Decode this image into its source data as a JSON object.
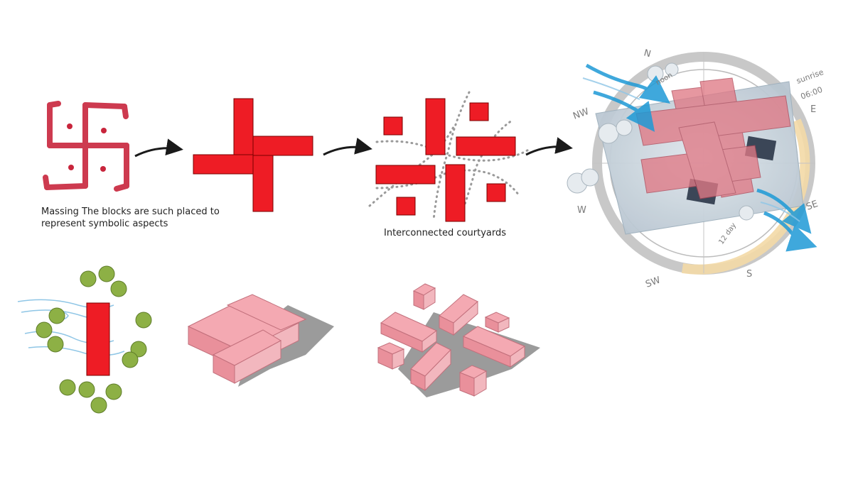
{
  "captions": {
    "massing": "Massing The blocks are such placed to represent symbolic aspects",
    "courtyards": "Interconnected courtyards"
  },
  "compass": {
    "directions": [
      "N",
      "NW",
      "E",
      "SE",
      "W",
      "SW",
      "S"
    ],
    "sunrise_label": "sunrise",
    "sunrise_time": "06:00",
    "noon_label": "noon",
    "day_label": "12 day"
  },
  "colors": {
    "block_red": "#ee1c25",
    "block_pink": "#f4a9b2",
    "block_pink_side": "#e9909b",
    "shadow": "#8a8a8a",
    "tree_green": "#8db045",
    "wind_blue": "#8fc6e6",
    "arrow_blue": "#1e9ad6",
    "symbol_red": "#c8253c"
  },
  "icons": [
    "swastika-symbol-icon",
    "tree-icon",
    "wind-icon",
    "sun-path-compass-icon",
    "flow-arrow-icon"
  ]
}
